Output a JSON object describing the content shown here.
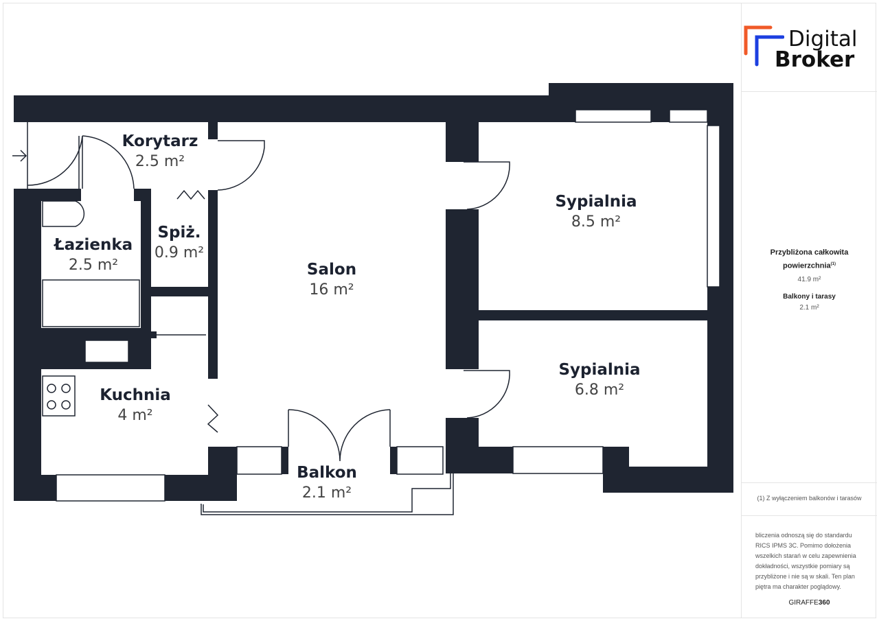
{
  "brand": {
    "line1": "Digital",
    "line2": "Broker",
    "accent_orange": "#f05a28",
    "accent_blue": "#1c3fe0"
  },
  "rooms": [
    {
      "name": "Korytarz",
      "area": "2.5 m²"
    },
    {
      "name": "Łazienka",
      "area": "2.5 m²"
    },
    {
      "name": "Spiż.",
      "area": "0.9 m²"
    },
    {
      "name": "Salon",
      "area": "16 m²"
    },
    {
      "name": "Kuchnia",
      "area": "4 m²"
    },
    {
      "name": "Balkon",
      "area": "2.1 m²"
    },
    {
      "name": "Sypialnia",
      "area": "8.5 m²"
    },
    {
      "name": "Sypialnia",
      "area": "6.8 m²"
    }
  ],
  "summary": {
    "total_label": "Przybliżona całkowita powierzchnia",
    "total_sup": "(1)",
    "total_value": "41.9 m²",
    "balcony_label": "Balkony i tarasy",
    "balcony_value": "2.1 m²"
  },
  "footnote": "(1) Z wyłączeniem balkonów i tarasów",
  "disclaimer": "bliczenia odnoszą się do standardu RICS IPMS 3C. Pomimo dołożenia wszelkich starań w celu zapewnienia dokładności, wszystkie pomiary są przybliżone i nie są w skali. Ten plan piętra ma charakter poglądowy.",
  "credit": {
    "a": "GIRAFFE",
    "b": "360"
  },
  "colors": {
    "wall": "#1f2531"
  }
}
